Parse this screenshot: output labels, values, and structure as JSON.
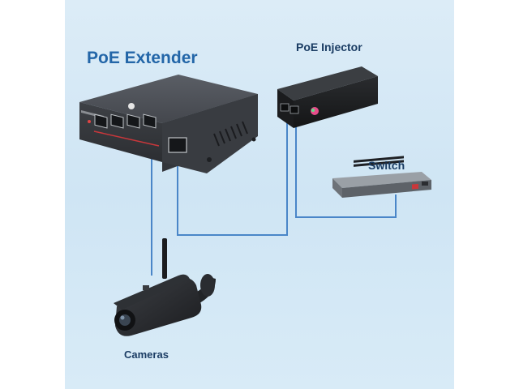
{
  "diagram": {
    "title": "PoE Extender",
    "nodes": {
      "injector": {
        "label": "PoE Injector"
      },
      "switch": {
        "label": "Switch"
      },
      "cameras": {
        "label": "Cameras"
      }
    },
    "colors": {
      "background": "#d4e8f5",
      "title": "#2366a8",
      "labels": "#1a3c63",
      "cables": "#4a86c8",
      "device_body": "#3a3d42"
    }
  }
}
